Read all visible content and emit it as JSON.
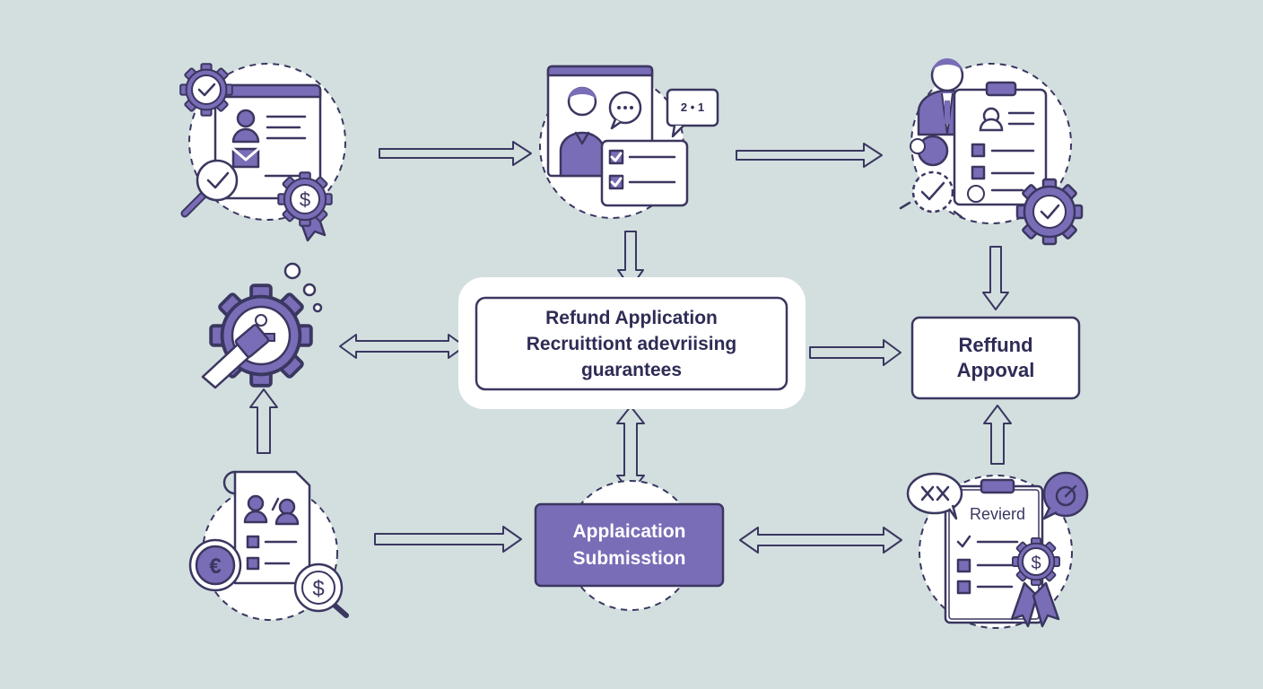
{
  "center_box": {
    "line1": "Refund Application",
    "line2": "Recruittiont adevriising",
    "line3": "guarantees"
  },
  "approval_box": {
    "line1": "Reffund",
    "line2": "Appoval"
  },
  "submission_box": {
    "line1": "Applaication",
    "line2": "Submisstion"
  },
  "review_node": {
    "clipboard_label": "Revierd"
  },
  "interview_node": {
    "badge_text": "2 • 1"
  },
  "colors": {
    "background": "#d3dfdf",
    "accent": "#7a6db7",
    "outline": "#3a3760",
    "light_fill": "#ffffff"
  },
  "icons": {
    "top_left": [
      "gear-check-icon",
      "browser-profile-icon",
      "magnifier-check-icon",
      "dollar-badge-icon",
      "envelope-icon"
    ],
    "top_center": [
      "video-call-icon",
      "chat-bubble-icon",
      "checklist-card-icon"
    ],
    "top_right": [
      "person-icon",
      "clipboard-profile-icon",
      "gear-check-icon"
    ],
    "middle_left": [
      "gear-person-icon",
      "magnifier-icon"
    ],
    "bottom_left": [
      "document-people-icon",
      "euro-coin-icon",
      "dollar-magnifier-icon"
    ],
    "bottom_right": [
      "clipboard-checklist-icon",
      "reject-bubble-icon",
      "target-bubble-icon",
      "dollar-ribbon-icon"
    ]
  }
}
